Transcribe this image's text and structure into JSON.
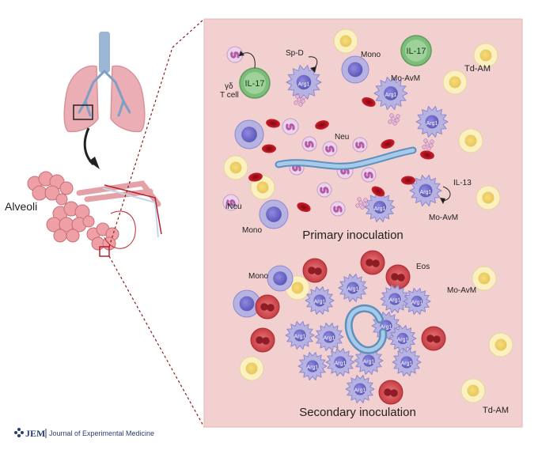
{
  "left": {
    "alveoli_label": "Alveoli"
  },
  "panel": {
    "background": "#f2d0cf",
    "primary": {
      "title": "Primary inoculation",
      "labels": {
        "sp_d": "Sp-D",
        "mono_top": "Mono",
        "il17_right": "IL-17",
        "td_am": "Td-AM",
        "il17_left": "IL-17",
        "gamma_delta": "γδ",
        "t_cell": "T cell",
        "mo_avm_top": "Mo-AvM",
        "neu": "Neu",
        "il13": "IL-13",
        "ineu": "iNeu",
        "mono_bottom": "Mono",
        "mo_avm_bottom": "Mo-AvM"
      }
    },
    "secondary": {
      "title": "Secondary inoculation",
      "labels": {
        "mono": "Mono",
        "eos": "Eos",
        "mo_avm": "Mo-AvM",
        "td_am": "Td-AM"
      }
    },
    "arg1": "Arg1"
  },
  "footer": {
    "logo": "JEM",
    "journal": "Journal of Experimental Medicine"
  },
  "colors": {
    "macrophage": "#b6b2e2",
    "macrophage_nucleus": "#6d67c6",
    "mono_nucleus": "#6f6ac9",
    "neutrophil": "#ecd3ec",
    "neutrophil_nucleus": "#b45aa5",
    "rbc": "#b3121f",
    "td_am": "#fbf1c0",
    "td_am_nucleus": "#ecd06a",
    "eosinophil": "#d0494e",
    "il17": "#7cbd7a",
    "vessel": "#7db6d8",
    "lung": "#ebaeb5",
    "airway": "#9bb7d4"
  }
}
